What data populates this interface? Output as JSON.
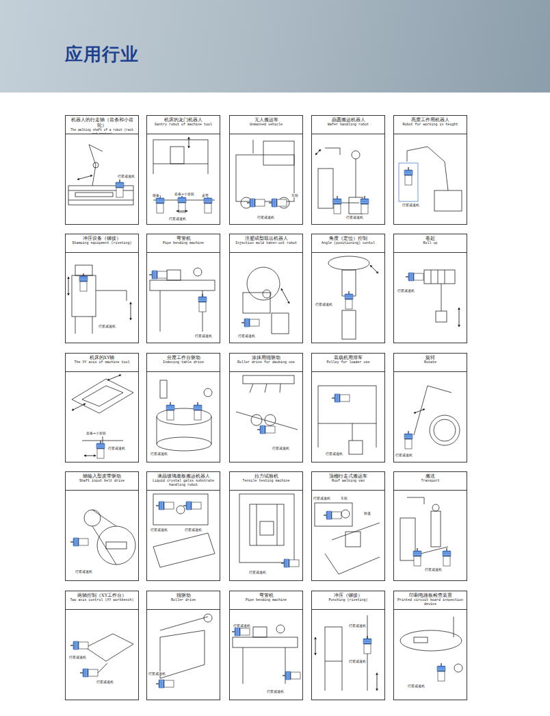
{
  "diagram": {
    "title": "应用行业",
    "nodes": [
      {
        "text": [
          "机器人的行走轴（齿条和小齿轮）",
          "The walking shaft of a robot (rack and pinion)"
        ]
      },
      {
        "text": [
          "机床的龙门机器人",
          "Gantry robot of machine tool"
        ]
      },
      {
        "text": [
          "无人搬运车",
          "Unmanned vehicle"
        ]
      },
      {
        "text": [
          "晶圆搬运机器人",
          "Wafer handling robot"
        ]
      },
      {
        "text": [
          "高度工作用机器人",
          "Robot for working in height"
        ]
      },
      {
        "text": [
          "冲压设备（铆接）",
          "Stamping equipment (riveting)"
        ]
      },
      {
        "text": [
          "弯管机",
          "Pipe bending machine"
        ]
      },
      {
        "text": [
          "注塑成型取出机器人",
          "Injection mold taken-out robot"
        ]
      },
      {
        "text": [
          "角度（定位）控制",
          "Angle (positioning) contol"
        ]
      },
      {
        "text": [
          "卷起",
          "Roll up"
        ]
      },
      {
        "text": [
          "机床的XY轴",
          "The XY axis of machine tool"
        ]
      },
      {
        "text": [
          "分度工作台驱动",
          "Indexing table drive"
        ]
      },
      {
        "text": [
          "涂抹用辊驱动",
          "Roller drive for daubing use"
        ]
      },
      {
        "text": [
          "装载机用滑车",
          "Pulley for loader use"
        ]
      },
      {
        "text": [
          "旋转",
          "Rotate"
        ]
      },
      {
        "text": [
          "轴输入型皮带驱动",
          "Shaft input belt drive"
        ]
      },
      {
        "text": [
          "液晶玻璃基板搬运机器人",
          "Liquid crystal galss substrate handling robot"
        ]
      },
      {
        "text": [
          "拉力试验机",
          "Tensile testing machine"
        ]
      },
      {
        "text": [
          "顶棚行走式搬运车",
          "Roof walking van"
        ]
      },
      {
        "text": [
          "搬送",
          "Transport"
        ]
      },
      {
        "text": [
          "两轴控制（XY工作台）",
          "Two axis control (XY workbench)"
        ]
      },
      {
        "text": [
          "辊驱动",
          "Roller drive"
        ]
      },
      {
        "text": [
          "弯管机",
          "Pipe bending machine"
        ]
      },
      {
        "text": [
          "冲压（铆接）",
          "Punching (riveting)"
        ]
      },
      {
        "text": [
          "印刷电路板检查装置",
          "Printed circuit board inspection device"
        ]
      }
    ],
    "labels": [
      "行星减速机",
      "齿条+小齿轮",
      "链条",
      "皮带",
      "行星减速机",
      "行星减速机",
      "车轮",
      "行星减速机",
      "行星减速机",
      "行星减速机",
      "行星减速机",
      "行星减速机",
      "行星减速机",
      "行星减速机",
      "齿条+小齿轮",
      "行星减速机",
      "行星减速机",
      "行星减速机",
      "行星减速机",
      "行星减速机",
      "行星减速机",
      "行星减速机",
      "行星减速机",
      "行星减速机",
      "行星减速机",
      "车轮",
      "轨道",
      "行星减速机",
      "行星减速机",
      "行星减速机",
      "行星减速机",
      "行星减速机",
      "行星减速机",
      "行星减速机",
      "行星减速机",
      "行星减速机"
    ]
  }
}
